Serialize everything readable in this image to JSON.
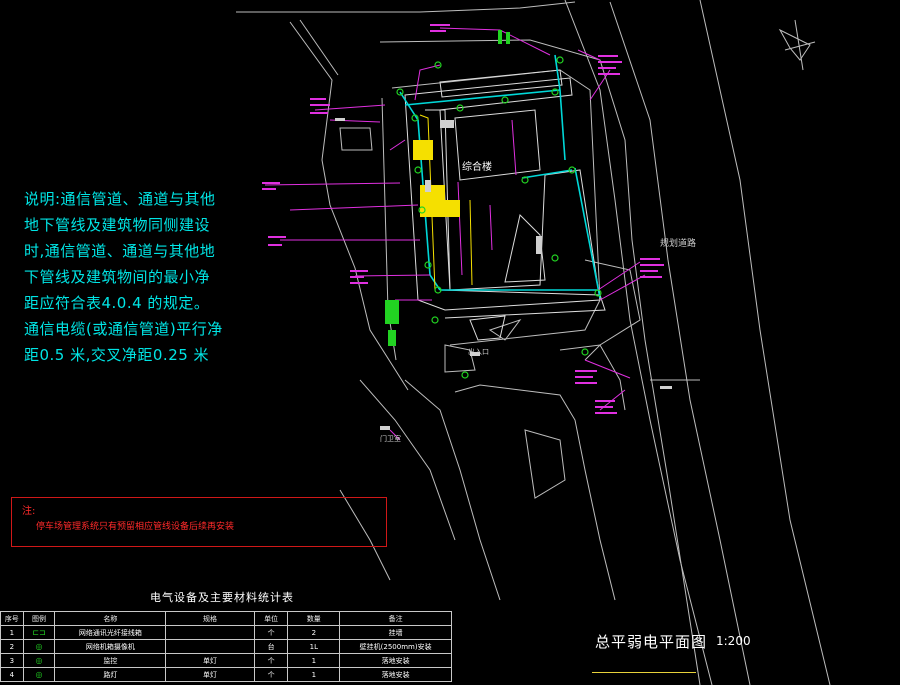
{
  "note": {
    "text": "说明:通信管道、通道与其他地下管线及建筑物同侧建设时,通信管道、通道与其他地下管线及建筑物间的最小净距应符合表4.0.4 的规定。通信电缆(或通信管道)平行净距0.5 米,交叉净距0.25 米"
  },
  "remark": {
    "title": "注:",
    "text": "停车场管理系统只有预留相应管线设备后续再安装"
  },
  "table": {
    "title": "电气设备及主要材料统计表",
    "headers": [
      "序号",
      "图例",
      "名称",
      "规格",
      "单位",
      "数量",
      "备注"
    ],
    "rows": [
      {
        "no": "1",
        "icon": "⊏⊐",
        "name": "网络通讯光纤接线箱",
        "spec": "",
        "unit": "个",
        "qty": "2",
        "remark": "挂墙"
      },
      {
        "no": "2",
        "icon": "◎",
        "name": "网络机箱摄像机",
        "spec": "",
        "unit": "台",
        "qty": "1L",
        "remark": "壁挂机(2500mm)安装"
      },
      {
        "no": "3",
        "icon": "◎",
        "name": "监控",
        "spec": "单灯",
        "unit": "个",
        "qty": "1",
        "remark": "落地安装"
      },
      {
        "no": "4",
        "icon": "◎",
        "name": "路灯",
        "spec": "单灯",
        "unit": "个",
        "qty": "1",
        "remark": "落地安装"
      }
    ]
  },
  "drawing": {
    "title": "总平弱电平面图",
    "scale": "1:200"
  },
  "labels": {
    "building": "综合楼",
    "road": "规划道路",
    "room": "门卫室",
    "entrance": "出入口"
  },
  "colors": {
    "background": "#000000",
    "cyan": "#00e5e5",
    "magenta": "#e030e0",
    "green": "#22d322",
    "yellow": "#f5e000",
    "red": "#d01818",
    "gray": "#bdbdbd"
  }
}
